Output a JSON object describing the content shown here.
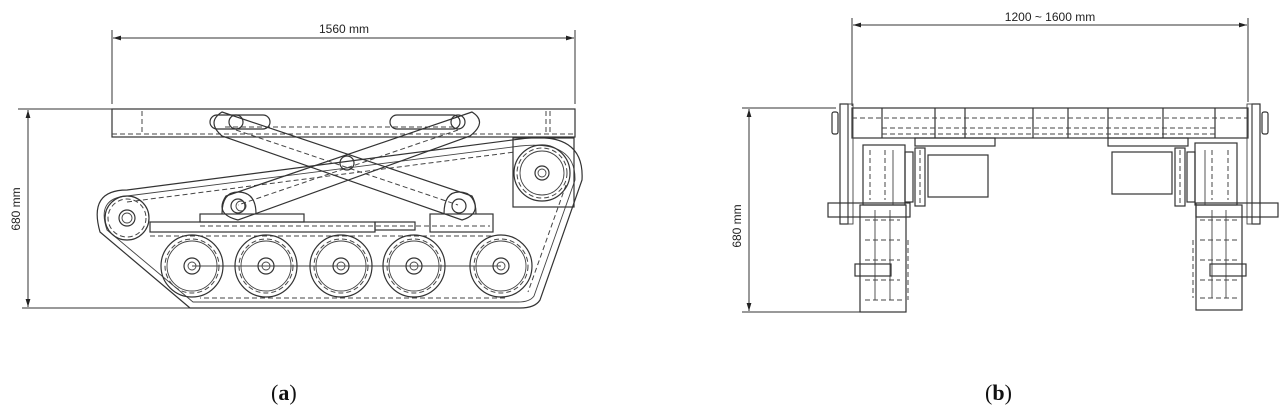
{
  "figure": {
    "panels": [
      {
        "id": "a",
        "caption_open": "(",
        "caption_letter": "a",
        "caption_close": ")",
        "view": "side view of tracked scissor-lift chassis",
        "dimensions": {
          "length_label": "1560 mm",
          "height_label": "680 mm"
        },
        "road_wheels": 5,
        "scissor_pivots": 5
      },
      {
        "id": "b",
        "caption_open": "(",
        "caption_letter": "b",
        "caption_close": ")",
        "view": "front view of tracked scissor-lift chassis",
        "dimensions": {
          "width_label": "1200 ~ 1600 mm",
          "height_label": "680 mm"
        }
      }
    ]
  }
}
